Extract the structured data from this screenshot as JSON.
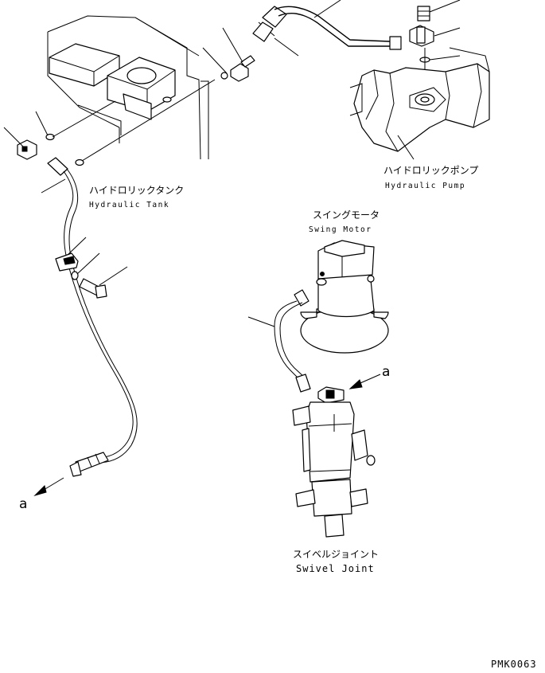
{
  "labels": {
    "hydraulic_tank_jp": "ハイドロリックタンク",
    "hydraulic_tank_en": "Hydraulic Tank",
    "hydraulic_pump_jp": "ハイドロリックポンプ",
    "hydraulic_pump_en": "Hydraulic Pump",
    "swing_motor_jp": "スイングモータ",
    "swing_motor_en": "Swing Motor",
    "swivel_joint_jp": "スイベルジョイント",
    "swivel_joint_en": "Swivel Joint",
    "ref_a_top": "a",
    "ref_a_left": "a",
    "drawing_code": "PMK0063"
  },
  "icons": {
    "tank": "hydraulic-tank-drawing",
    "pump": "hydraulic-pump-drawing",
    "motor": "swing-motor-drawing",
    "joint": "swivel-joint-drawing"
  }
}
